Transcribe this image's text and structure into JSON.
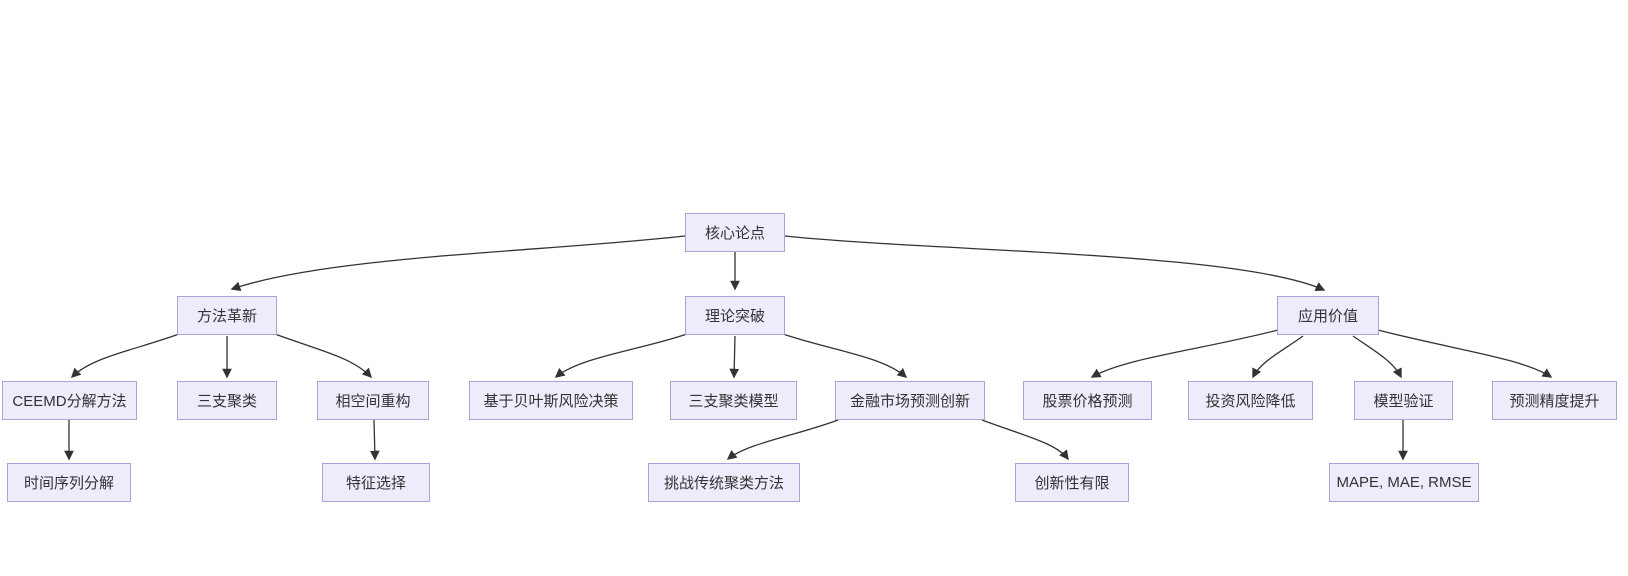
{
  "diagram": {
    "type": "flowchart",
    "direction": "top-down",
    "nodes": [
      {
        "id": "core",
        "label": "核心论点"
      },
      {
        "id": "method",
        "label": "方法革新"
      },
      {
        "id": "theory",
        "label": "理论突破"
      },
      {
        "id": "application",
        "label": "应用价值"
      },
      {
        "id": "ceemd",
        "label": "CEEMD分解方法"
      },
      {
        "id": "twc",
        "label": "三支聚类"
      },
      {
        "id": "phase",
        "label": "相空间重构"
      },
      {
        "id": "bayes",
        "label": "基于贝叶斯风险决策"
      },
      {
        "id": "twcmodel",
        "label": "三支聚类模型"
      },
      {
        "id": "finance",
        "label": "金融市场预测创新"
      },
      {
        "id": "stock",
        "label": "股票价格预测"
      },
      {
        "id": "risk",
        "label": "投资风险降低"
      },
      {
        "id": "validation",
        "label": "模型验证"
      },
      {
        "id": "accuracy",
        "label": "预测精度提升"
      },
      {
        "id": "tsdecomp",
        "label": "时间序列分解"
      },
      {
        "id": "feature",
        "label": "特征选择"
      },
      {
        "id": "challenge",
        "label": "挑战传统聚类方法"
      },
      {
        "id": "limited",
        "label": "创新性有限"
      },
      {
        "id": "metrics",
        "label": "MAPE, MAE, RMSE"
      }
    ],
    "edges": [
      {
        "from": "核心论点",
        "to": "方法革新"
      },
      {
        "from": "核心论点",
        "to": "理论突破"
      },
      {
        "from": "核心论点",
        "to": "应用价值"
      },
      {
        "from": "方法革新",
        "to": "CEEMD分解方法"
      },
      {
        "from": "方法革新",
        "to": "三支聚类"
      },
      {
        "from": "方法革新",
        "to": "相空间重构"
      },
      {
        "from": "理论突破",
        "to": "基于贝叶斯风险决策"
      },
      {
        "from": "理论突破",
        "to": "三支聚类模型"
      },
      {
        "from": "理论突破",
        "to": "金融市场预测创新"
      },
      {
        "from": "应用价值",
        "to": "股票价格预测"
      },
      {
        "from": "应用价值",
        "to": "投资风险降低"
      },
      {
        "from": "应用价值",
        "to": "模型验证"
      },
      {
        "from": "应用价值",
        "to": "预测精度提升"
      },
      {
        "from": "CEEMD分解方法",
        "to": "时间序列分解"
      },
      {
        "from": "相空间重构",
        "to": "特征选择"
      },
      {
        "from": "金融市场预测创新",
        "to": "挑战传统聚类方法"
      },
      {
        "from": "金融市场预测创新",
        "to": "创新性有限"
      },
      {
        "from": "模型验证",
        "to": "MAPE, MAE, RMSE"
      }
    ]
  },
  "colors": {
    "node_fill": "#ECECFB",
    "node_border": "#A9A3D7",
    "edge": "#333333",
    "text": "#333333",
    "background": "#FFFFFF"
  }
}
